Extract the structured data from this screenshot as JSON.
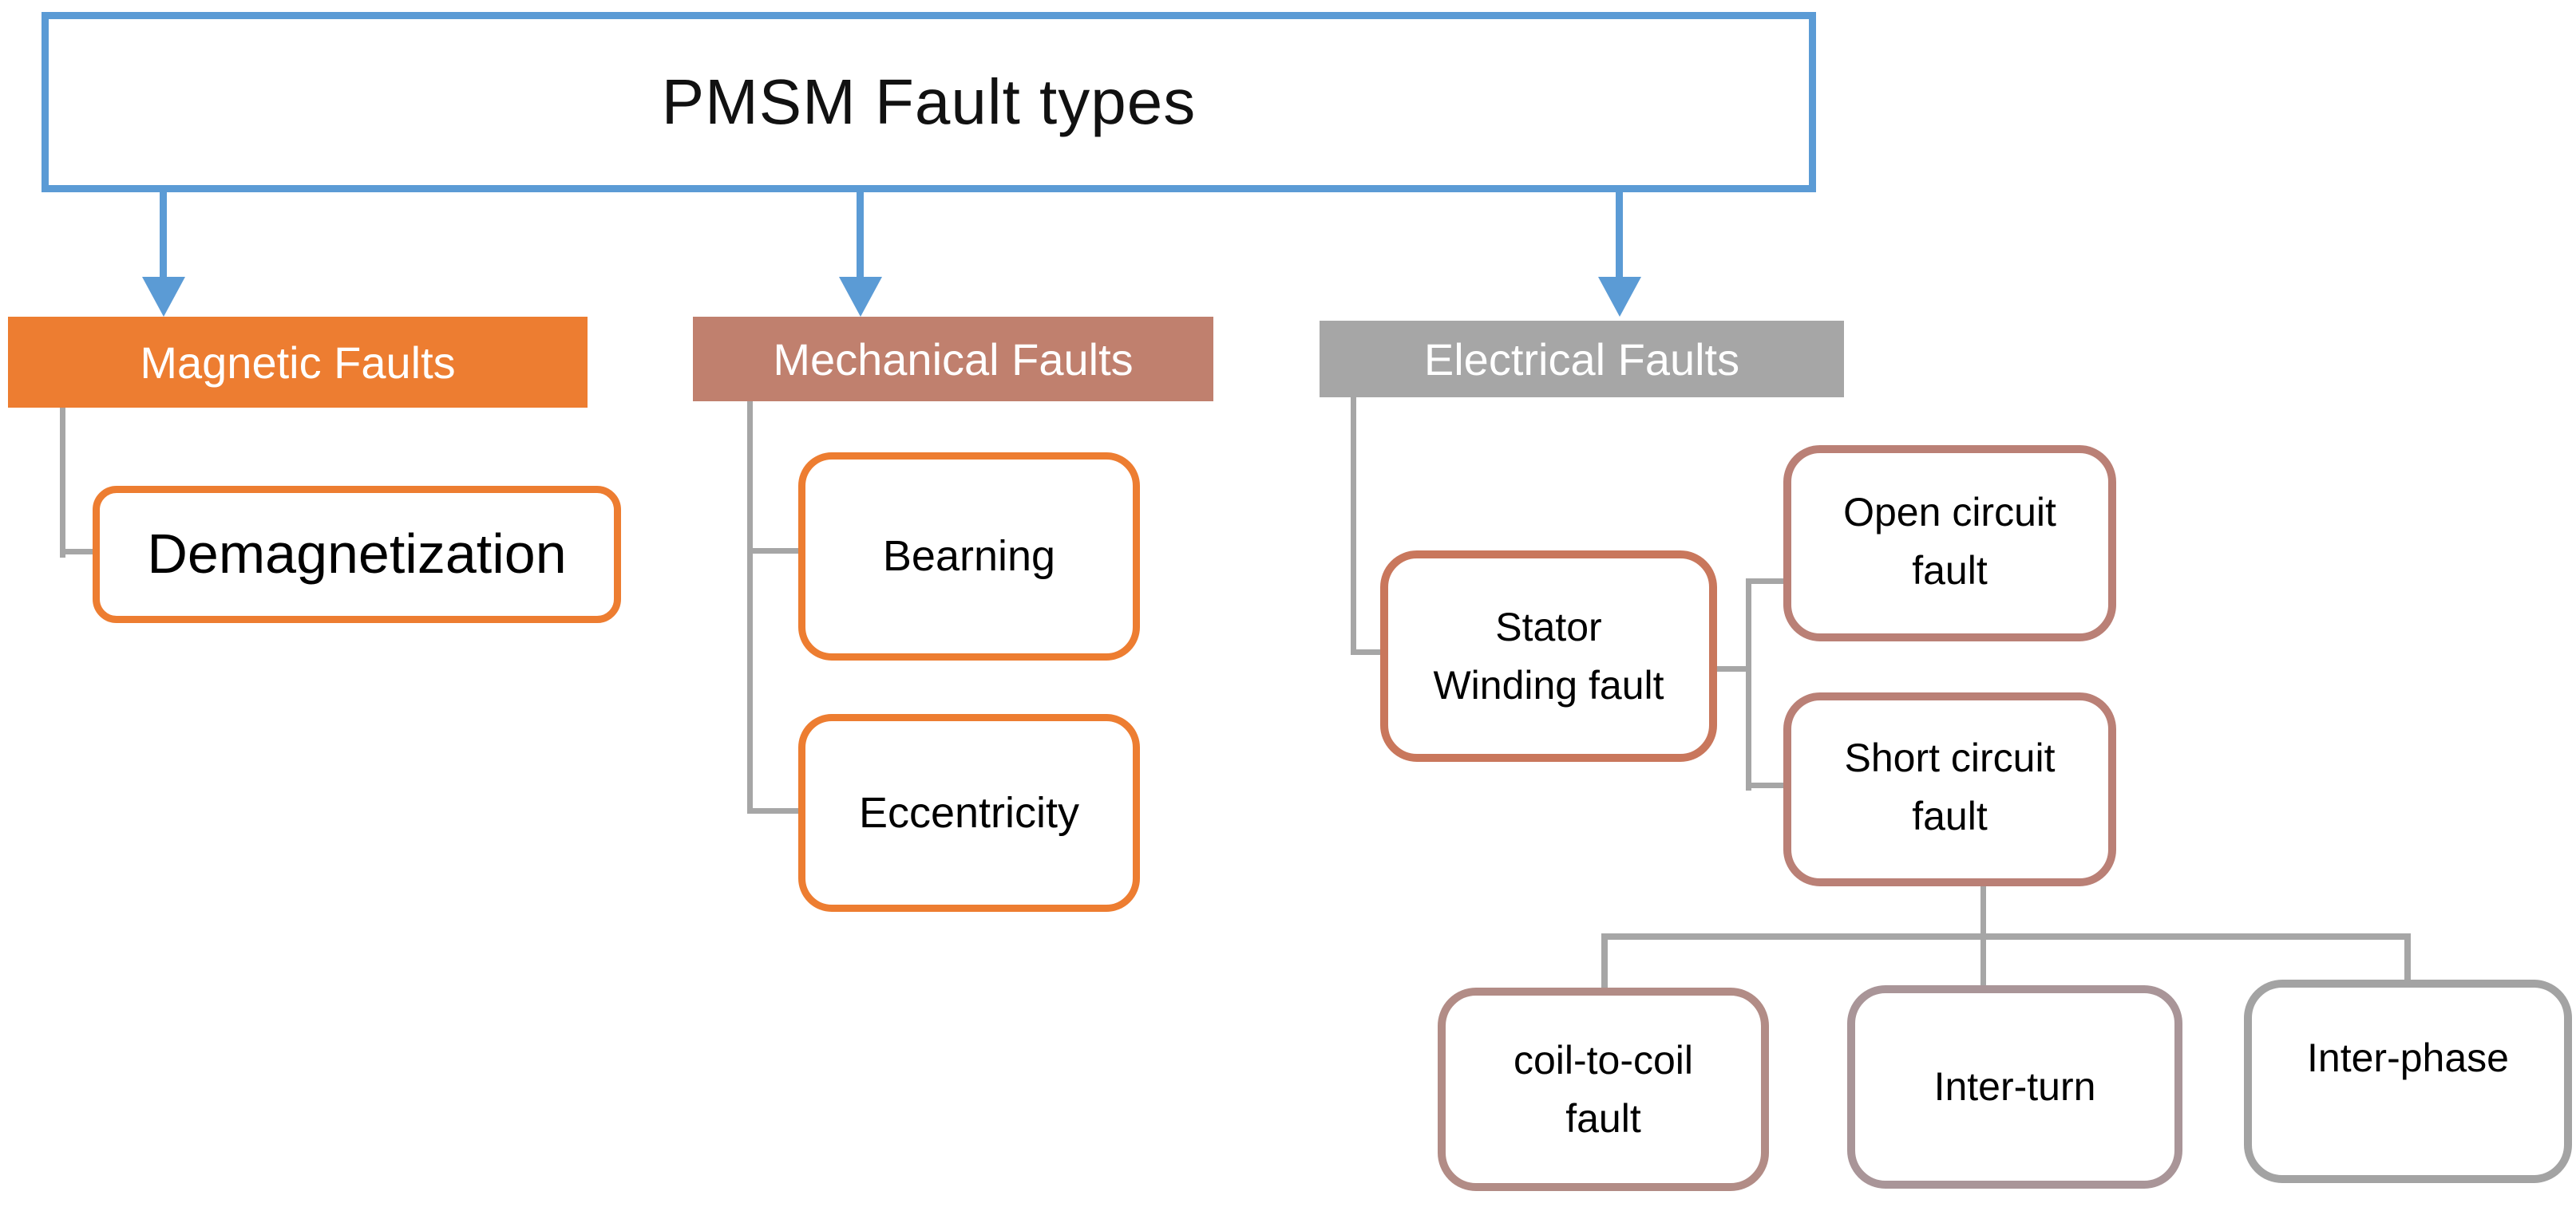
{
  "diagram": {
    "title": "PMSM Fault types",
    "type": "hierarchy-flowchart"
  },
  "nodes": {
    "root": {
      "label": "PMSM Fault types"
    },
    "magnetic": {
      "label": "Magnetic Faults",
      "fill": "#ED7D31",
      "text_color": "#ffffff"
    },
    "mechanical": {
      "label": "Mechanical Faults",
      "fill": "#C0806E",
      "text_color": "#ffffff"
    },
    "electrical": {
      "label": "Electrical Faults",
      "fill": "#A6A6A6",
      "text_color": "#ffffff"
    },
    "demagnetization": {
      "label": "Demagnetization",
      "border": "#ED7D31"
    },
    "bearning": {
      "label": "Bearning",
      "border": "#ED7D31"
    },
    "eccentricity": {
      "label": "Eccentricity",
      "border": "#ED7D31"
    },
    "stator_winding": {
      "label": "Stator\nWinding fault",
      "border": "#C9775C"
    },
    "open_circuit": {
      "label": "Open circuit\nfault",
      "border": "#BA8076"
    },
    "short_circuit": {
      "label": "Short circuit\nfault",
      "border": "#BA8076"
    },
    "coil_to_coil": {
      "label": "coil-to-coil\nfault",
      "border": "#B28C86"
    },
    "inter_turn": {
      "label": "Inter-turn",
      "border": "#A99598"
    },
    "inter_phase": {
      "label": "Inter-phase",
      "border": "#A3A3A3"
    }
  },
  "hierarchy": [
    {
      "parent": "PMSM Fault types",
      "children": [
        "Magnetic Faults",
        "Mechanical Faults",
        "Electrical Faults"
      ]
    },
    {
      "parent": "Magnetic Faults",
      "children": [
        "Demagnetization"
      ]
    },
    {
      "parent": "Mechanical Faults",
      "children": [
        "Bearning",
        "Eccentricity"
      ]
    },
    {
      "parent": "Electrical Faults",
      "children": [
        "Stator Winding fault"
      ]
    },
    {
      "parent": "Stator Winding fault",
      "children": [
        "Open circuit fault",
        "Short circuit fault"
      ]
    },
    {
      "parent": "Short circuit fault",
      "children": [
        "coil-to-coil fault",
        "Inter-turn",
        "Inter-phase"
      ]
    }
  ],
  "colors": {
    "title_border": "#5B9BD5",
    "arrow": "#5B9BD5",
    "connector": "#A6A6A6",
    "node_fill": "#ffffff",
    "text": "#000000"
  }
}
